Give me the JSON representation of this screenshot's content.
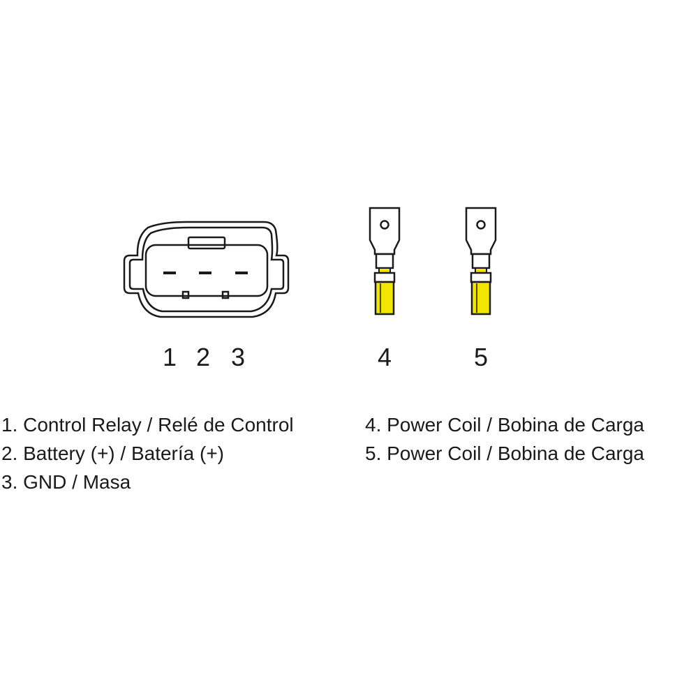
{
  "pin_numbers": {
    "p1": "1",
    "p2": "2",
    "p3": "3",
    "p4": "4",
    "p5": "5"
  },
  "legend": {
    "left": [
      "1. Control Relay / Relé de Control",
      "2. Battery (+) / Batería (+)",
      "3. GND / Masa"
    ],
    "right": [
      "4. Power Coil / Bobina de Carga",
      "5. Power Coil / Bobina de Carga"
    ]
  },
  "colors": {
    "outline": "#1a1a1a",
    "terminal_fill": "#ffffff",
    "wire_insulation": "#f2e600",
    "wire_shade": "#c9bd00"
  },
  "components": {
    "connector": "three-pin-connector",
    "terminal_4": "spade-terminal",
    "terminal_5": "spade-terminal"
  }
}
